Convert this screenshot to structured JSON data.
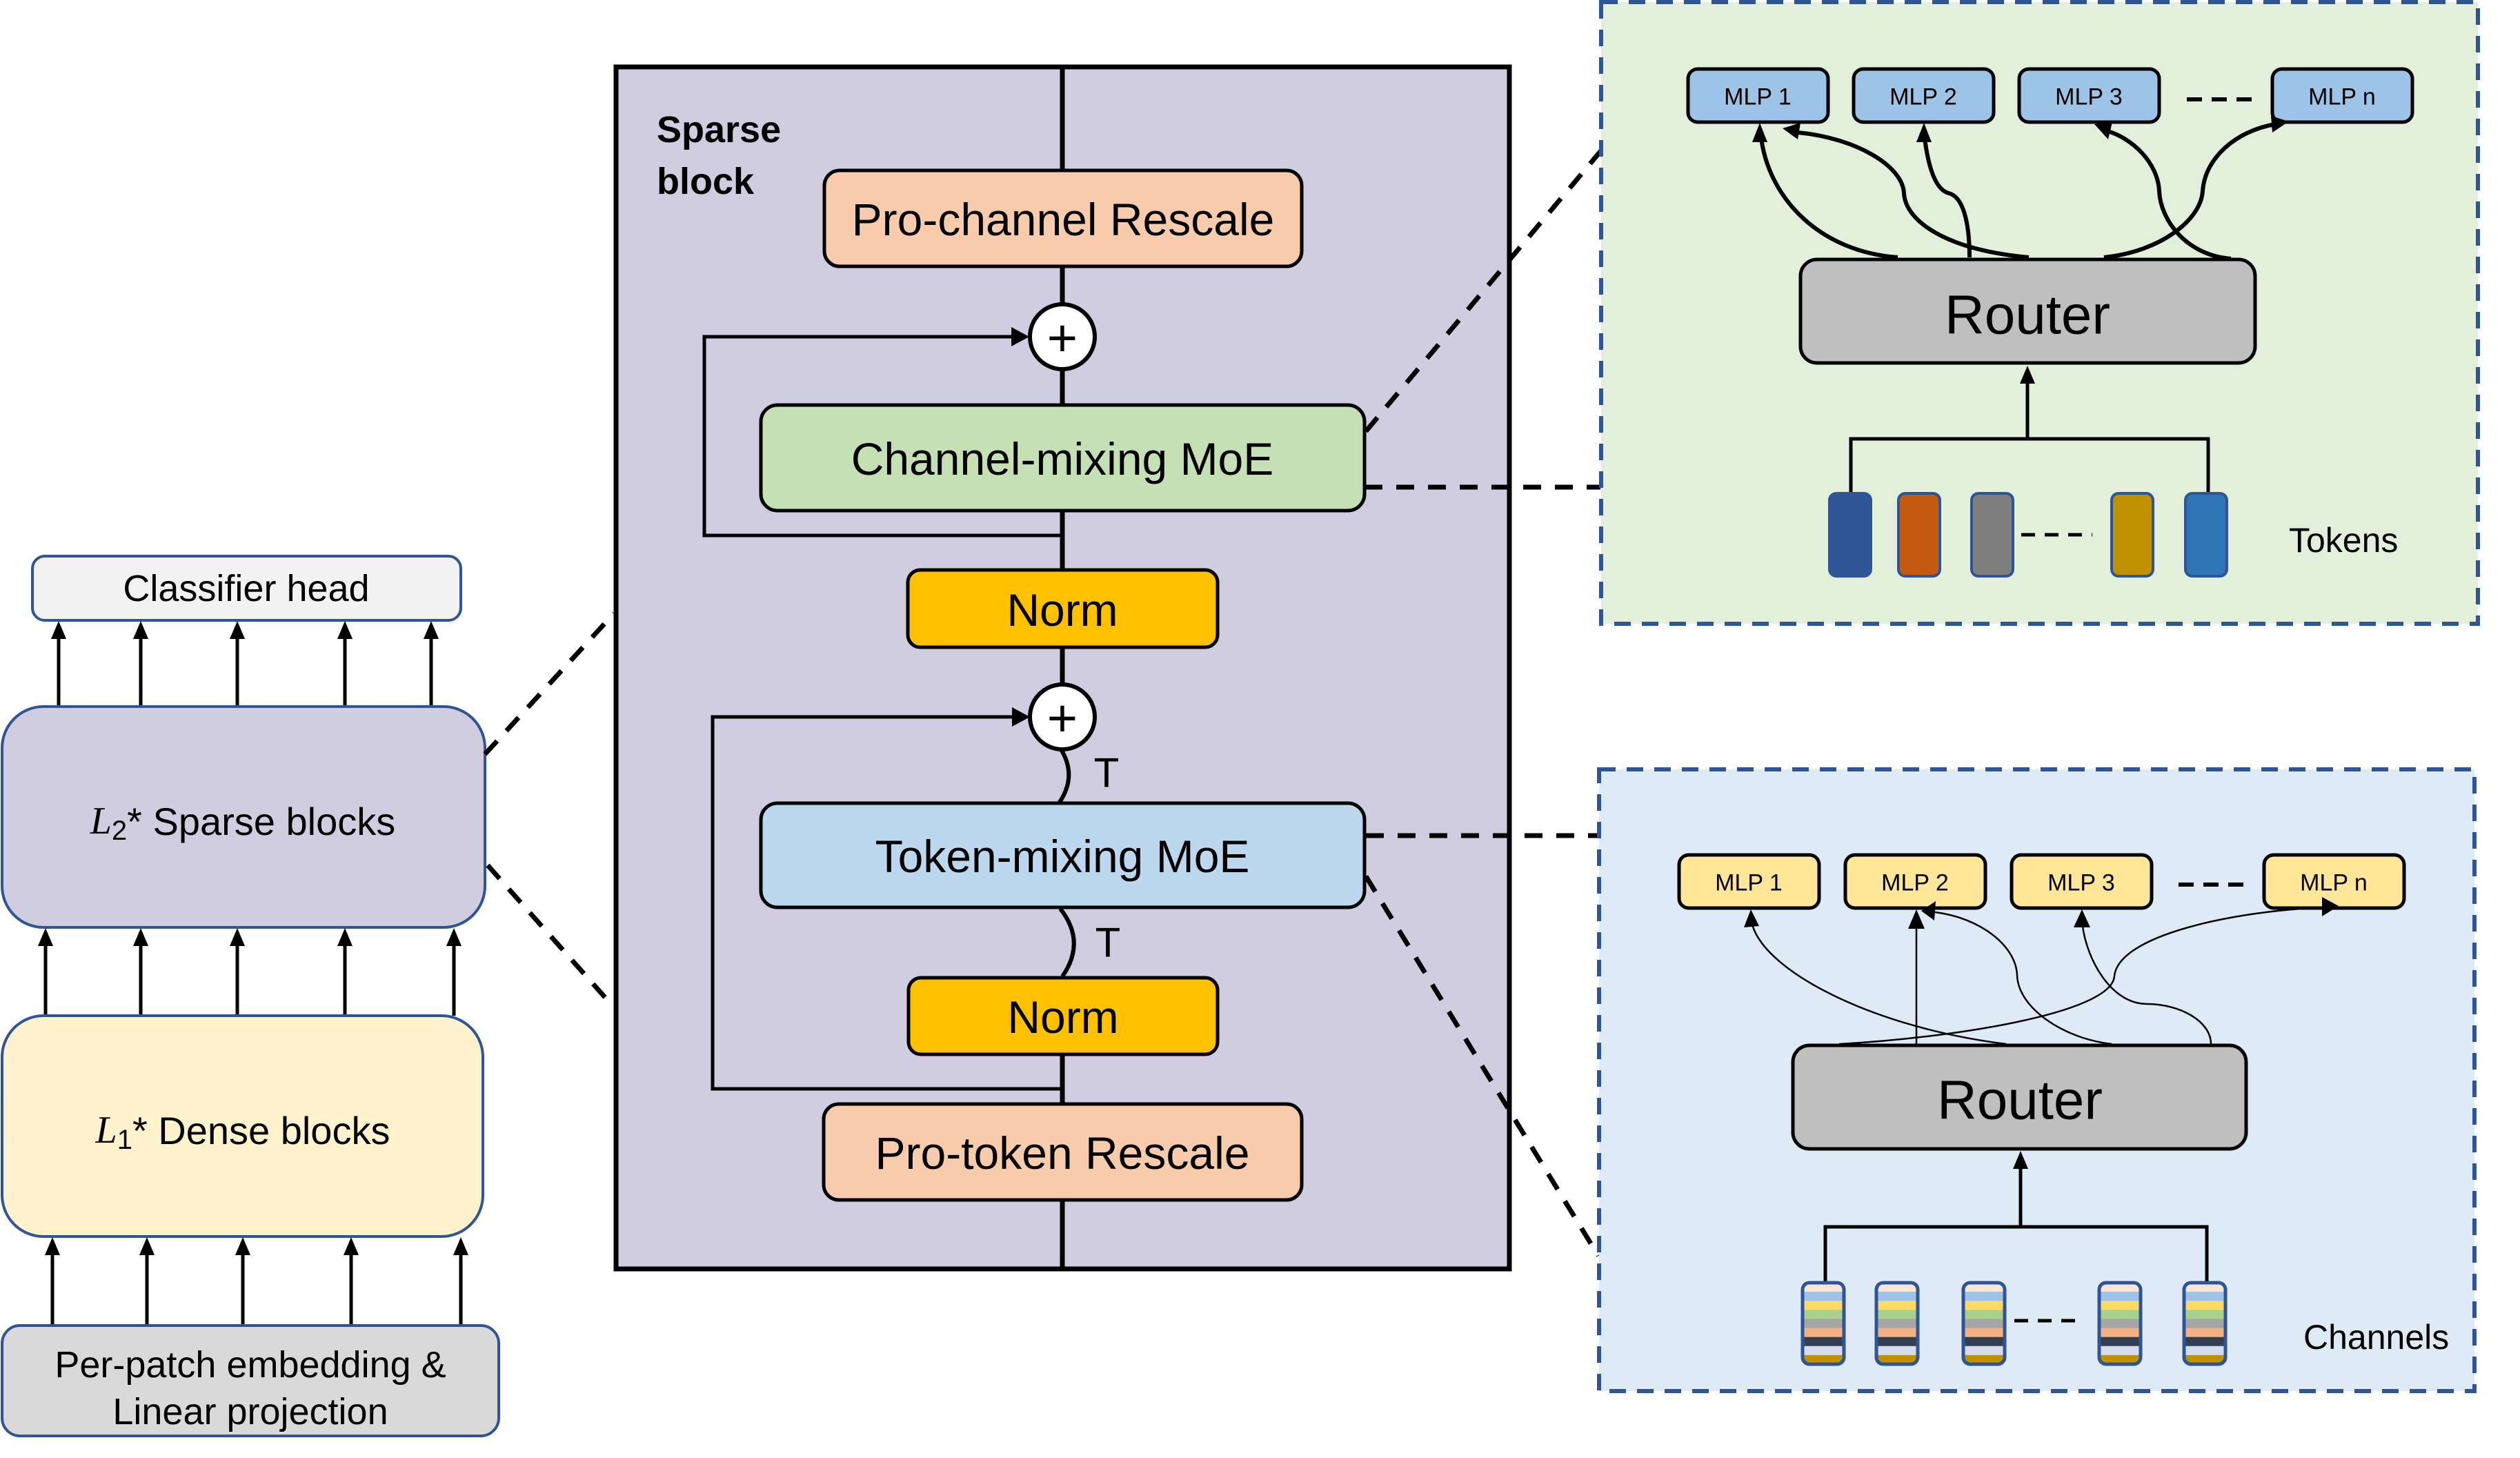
{
  "diagram": {
    "left_stack": {
      "classifier_head": "Classifier head",
      "sparse_blocks": {
        "symbol": "L",
        "subscript": "2",
        "text": "* Sparse blocks"
      },
      "dense_blocks": {
        "symbol": "L",
        "subscript": "1",
        "text": "* Dense blocks"
      },
      "embedding_line1": "Per-patch embedding &",
      "embedding_line2": "Linear projection"
    },
    "sparse_block": {
      "title_line1": "Sparse",
      "title_line2": "block",
      "pro_channel_rescale": "Pro-channel Rescale",
      "channel_mixing_moe": "Channel-mixing MoE",
      "norm_top": "Norm",
      "token_mixing_moe": "Token-mixing MoE",
      "norm_bottom": "Norm",
      "pro_token_rescale": "Pro-token Rescale",
      "add_symbol": "+",
      "transpose_label": "T"
    },
    "channel_moe_panel": {
      "experts": [
        "MLP 1",
        "MLP 2",
        "MLP 3",
        "MLP n"
      ],
      "router": "Router",
      "input_label": "Tokens",
      "token_colors": [
        "#2F5597",
        "#C55A11",
        "#7F7F7F",
        "#BF9000",
        "#2E75B6"
      ]
    },
    "token_moe_panel": {
      "experts": [
        "MLP 1",
        "MLP 2",
        "MLP 3",
        "MLP n"
      ],
      "router": "Router",
      "input_label": "Channels",
      "stripe_colors": [
        "#FBE5D6",
        "#9DC3E6",
        "#FFD966",
        "#A9D18E",
        "#A5A5A5",
        "#F4B183",
        "#333F50",
        "#D6DCF0",
        "#BF9000"
      ]
    },
    "colors": {
      "sparse_fill": "#D0CDE1",
      "dense_fill": "#FFF2CC",
      "classifier_fill": "#F2F2F2",
      "embedding_fill": "#D9D9D9",
      "box_border_blue": "#2F5597",
      "rescale_fill": "#F8CBAD",
      "channel_moe_fill": "#C5E0B4",
      "token_moe_fill": "#BDD7EE",
      "norm_fill": "#FFC000",
      "router_fill": "#BFBFBF",
      "green_panel_fill": "#E2EFDA",
      "blue_panel_fill": "#DEEBF7",
      "mlp_blue_fill": "#9DC3E6",
      "mlp_yellow_fill": "#FFE699"
    }
  }
}
